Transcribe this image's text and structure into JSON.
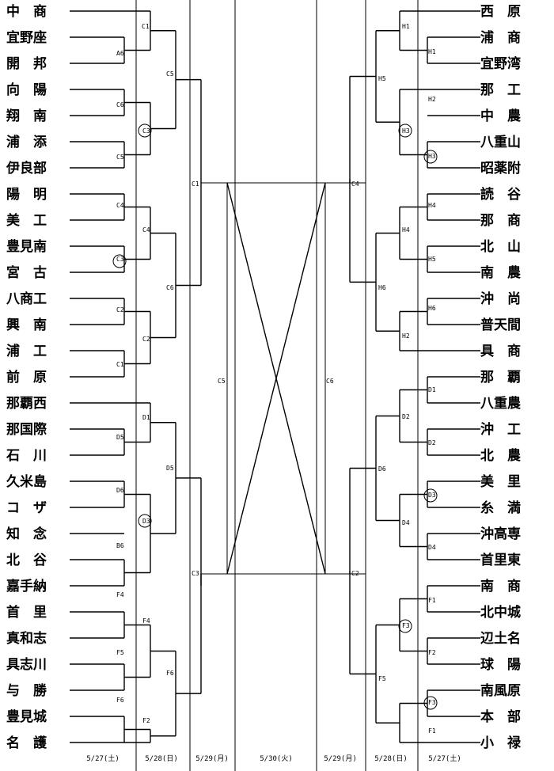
{
  "left_teams": [
    "中　商",
    "宜野座",
    "開　邦",
    "向　陽",
    "翔　南",
    "浦　添",
    "伊良部",
    "陽　明",
    "美　工",
    "豊見南",
    "宮　古",
    "八商工",
    "興　南",
    "浦　工",
    "前　原",
    "那覇西",
    "那国際",
    "石　川",
    "久米島",
    "コ　ザ",
    "知　念",
    "北　谷",
    "嘉手納",
    "首　里",
    "真和志",
    "具志川",
    "与　勝",
    "豊見城",
    "名　護"
  ],
  "right_teams": [
    "西　原",
    "浦　商",
    "宜野湾",
    "那　工",
    "中　農",
    "八重山",
    "昭薬附",
    "読　谷",
    "那　商",
    "北　山",
    "南　農",
    "沖　尚",
    "普天間",
    "具　商",
    "那　覇",
    "八重農",
    "沖　工",
    "北　農",
    "美　里",
    "糸　満",
    "沖高専",
    "首里東",
    "南　商",
    "北中城",
    "辺土名",
    "球　陽",
    "南風原",
    "本　部",
    "小　禄"
  ],
  "left_labels": {
    "r1": [
      "C1",
      "A6"
    ],
    "r2": [
      "C6",
      "C3",
      "C5",
      "C4",
      "C3",
      "C2",
      "C1",
      "D1",
      "D5",
      "D6",
      "D3",
      "B6",
      "F4",
      "F5",
      "F6",
      "F2"
    ],
    "r3": [
      "C5",
      "C6",
      "D5",
      "F6"
    ],
    "r4": [
      "C1",
      "C3"
    ]
  },
  "right_labels": {
    "r1": [
      "H1",
      "H1",
      "H2",
      "H3",
      "H3",
      "H4",
      "H4",
      "H5",
      "H6",
      "H2",
      "D1",
      "D2",
      "D2",
      "D3",
      "D4",
      "D4",
      "F1",
      "F3",
      "F2",
      "F3",
      "F1"
    ],
    "r3": [
      "H5",
      "H6",
      "D6",
      "F5"
    ],
    "r4": [
      "C4",
      "C2"
    ]
  },
  "center_labels": [
    "C5",
    "C6"
  ],
  "dates": [
    "5/27(土)",
    "5/28(日)",
    "5/29(月)",
    "5/30(火)",
    "5/29(月)",
    "5/28(日)",
    "5/27(土)"
  ]
}
